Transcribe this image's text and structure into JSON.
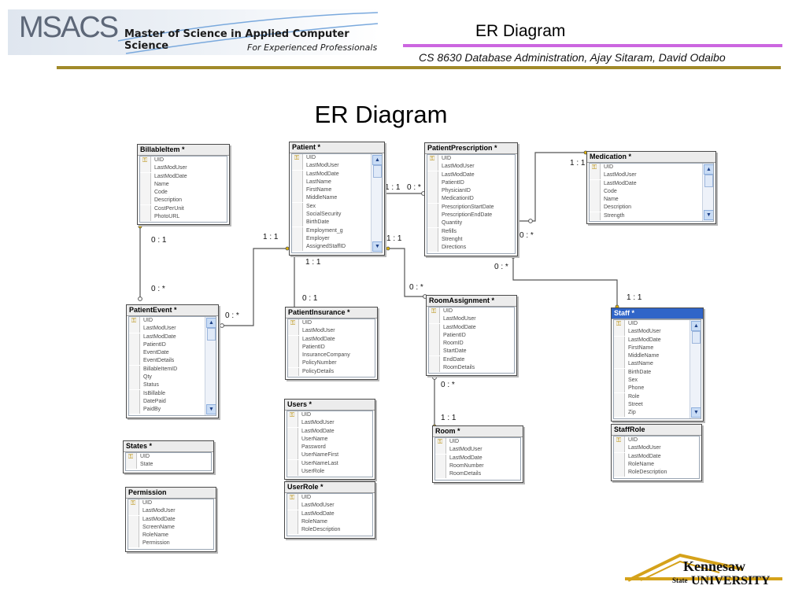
{
  "header": {
    "logo": "MSACS",
    "program": "Master of Science in Applied Computer Science",
    "tagline": "For Experienced Professionals",
    "title": "ER Diagram",
    "course": "CS 8630 Database Administration, Ajay Sitaram, David Odaibo"
  },
  "slide_title": "ER Diagram",
  "tables": {
    "billableitem": {
      "title": "BillableItem *",
      "columns": [
        "UID",
        "LastModUser",
        "LastModDate",
        "Name",
        "Code",
        "Description",
        "CostPerUnit",
        "PhotoURL"
      ],
      "key": 0
    },
    "patient": {
      "title": "Patient *",
      "columns": [
        "UID",
        "LastModUser",
        "LastModDate",
        "LastName",
        "FirstName",
        "MiddleName",
        "Sex",
        "SocialSecurity",
        "BirthDate",
        "Employment_g",
        "Employer",
        "AssignedStaffID"
      ],
      "key": 0
    },
    "prescription": {
      "title": "PatientPrescription *",
      "columns": [
        "UID",
        "LastModUser",
        "LastModDate",
        "PatientID",
        "PhysicianID",
        "MedicationID",
        "PrescriptionStartDate",
        "PrescriptionEndDate",
        "Quantity",
        "Refills",
        "Strenght",
        "Directions"
      ],
      "key": 0
    },
    "medication": {
      "title": "Medication *",
      "columns": [
        "UID",
        "LastModUser",
        "LastModDate",
        "Code",
        "Name",
        "Description",
        "Strength"
      ],
      "key": 0
    },
    "patientevent": {
      "title": "PatientEvent *",
      "columns": [
        "UID",
        "LastModUser",
        "LastModDate",
        "PatientID",
        "EventDate",
        "EventDetails",
        "BillableItemID",
        "Qty",
        "Status",
        "IsBillable",
        "DatePaid",
        "PaidBy"
      ],
      "key": 0
    },
    "insurance": {
      "title": "PatientInsurance *",
      "columns": [
        "UID",
        "LastModUser",
        "LastModDate",
        "PatientID",
        "InsuranceCompany",
        "PolicyNumber",
        "PolicyDetails"
      ],
      "key": 0
    },
    "roomassignment": {
      "title": "RoomAssignment *",
      "columns": [
        "UID",
        "LastModUser",
        "LastModDate",
        "PatientID",
        "RoomID",
        "StartDate",
        "EndDate",
        "RoomDetails"
      ],
      "key": 0
    },
    "staff": {
      "title": "Staff *",
      "columns": [
        "UID",
        "LastModUser",
        "LastModDate",
        "FirstName",
        "MiddleName",
        "LastName",
        "BirthDate",
        "Sex",
        "Phone",
        "Role",
        "Street",
        "Zip"
      ],
      "key": 0
    },
    "users": {
      "title": "Users *",
      "columns": [
        "UID",
        "LastModUser",
        "LastModDate",
        "UserName",
        "Password",
        "UserNameFirst",
        "UserNameLast",
        "UserRole"
      ],
      "key": 0
    },
    "room": {
      "title": "Room *",
      "columns": [
        "UID",
        "LastModUser",
        "LastModDate",
        "RoomNumber",
        "RoomDetails"
      ],
      "key": 0
    },
    "staffrole": {
      "title": "StaffRole",
      "columns": [
        "UID",
        "LastModUser",
        "LastModDate",
        "RoleName",
        "RoleDescription"
      ],
      "key": 0
    },
    "states": {
      "title": "States *",
      "columns": [
        "UID",
        "State"
      ],
      "key": 0
    },
    "userrole": {
      "title": "UserRole *",
      "columns": [
        "UID",
        "LastModUser",
        "LastModDate",
        "RoleName",
        "RoleDescription"
      ],
      "key": 0
    },
    "permission": {
      "title": "Permission",
      "columns": [
        "UID",
        "LastModUser",
        "LastModDate",
        "ScreenName",
        "RoleName",
        "Permission"
      ],
      "key": 0
    }
  },
  "cardinality": {
    "billable_end": "0 : 1",
    "event_end": "0 : *",
    "patient_to_event": "1 : 1",
    "event_side": "0 : *",
    "patient_to_rx": "1 : 1",
    "rx_from_patient": "0 : *",
    "rx_to_med": "1 : 1",
    "med_rx_side": "0 : *",
    "patient_insurance_top": "1 : 1",
    "insurance_end": "0 : 1",
    "patient_to_room": "1 : 1",
    "roomassign_end": "0 : *",
    "rx_staff_side": "0 : *",
    "staff_end": "1 : 1",
    "roomassign_room_side": "0 : *",
    "room_end": "1 : 1"
  },
  "footer": {
    "university_top": "Kennesaw",
    "university_state": "State",
    "university_bottom": "UNIVERSITY"
  }
}
